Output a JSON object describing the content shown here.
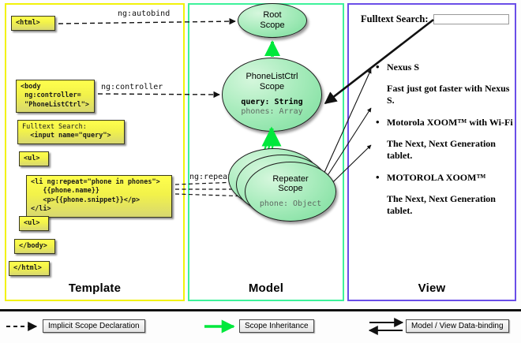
{
  "diagram": {
    "columns": [
      {
        "key": "template",
        "label": "Template",
        "accent": "#f2f20a"
      },
      {
        "key": "model",
        "label": "Model",
        "accent": "#3df29a"
      },
      {
        "key": "view",
        "label": "View",
        "accent": "#6a4ee8"
      }
    ],
    "template": {
      "boxes": [
        {
          "name": "html-open-tag",
          "text": "<html>"
        },
        {
          "name": "body-open-tag",
          "line1": "<body",
          "line2": " ng:controller=",
          "line3": " \"PhoneListCtrl\">"
        },
        {
          "name": "fulltext-search",
          "line1": "Fulltext Search:",
          "line2": "  <input name=\"query\">"
        },
        {
          "name": "ul-open-tag",
          "text": "<ul>"
        },
        {
          "name": "li-repeat-block",
          "line1": "<li ng:repeat=\"phone in phones\">",
          "line2": "   {{phone.name}}",
          "line3": "   <p>{{phone.snippet}}</p>",
          "line4": "</li>"
        },
        {
          "name": "ul-close-tag",
          "text": "<ul>"
        },
        {
          "name": "body-close-tag",
          "text": "</body>"
        },
        {
          "name": "html-close-tag",
          "text": "</html>"
        }
      ]
    },
    "edge_labels": [
      {
        "name": "ng-autobind-label",
        "text": "ng:autobind"
      },
      {
        "name": "ng-controller-label",
        "text": "ng:controller"
      },
      {
        "name": "ng-repeat-label",
        "text": "ng:repeat"
      }
    ],
    "model": {
      "scopes": [
        {
          "name": "root-scope",
          "title_line1": "Root",
          "title_line2": "Scope",
          "props": []
        },
        {
          "name": "phonelistctrl-scope",
          "title_line1": "PhoneListCtrl",
          "title_line2": "Scope",
          "props": [
            {
              "text": "query: String",
              "emphasis": "strong"
            },
            {
              "text": "phones: Array",
              "emphasis": "dim"
            }
          ]
        },
        {
          "name": "repeater-scope",
          "title_line1": "Repeater",
          "title_line2": "Scope",
          "props": [
            {
              "text": "phone: Object",
              "emphasis": "dim"
            }
          ]
        }
      ]
    },
    "view": {
      "search_label": "Fulltext Search:",
      "search_value": "",
      "search_placeholder": "",
      "phones": [
        {
          "name": "Nexus S",
          "snippet": "Fast just got faster with Nexus S."
        },
        {
          "name": "Motorola XOOM™  with Wi-Fi",
          "snippet": "The Next, Next Generation tablet."
        },
        {
          "name": "MOTOROLA XOOM™",
          "snippet": "The Next, Next Generation tablet."
        }
      ]
    },
    "legend": [
      {
        "name": "legend-implicit-scope-declaration",
        "label": "Implicit Scope Declaration",
        "style": "dashed-black"
      },
      {
        "name": "legend-scope-inheritance",
        "label": "Scope Inheritance",
        "style": "solid-green"
      },
      {
        "name": "legend-data-binding",
        "label": "Model / View Data-binding",
        "style": "double-black"
      }
    ],
    "colors": {
      "template_accent": "#f2f20a",
      "model_accent": "#3df29a",
      "view_accent": "#6a4ee8",
      "inheritance_arrow": "#00e83c",
      "code_box_fill": "#f2f24a"
    }
  }
}
